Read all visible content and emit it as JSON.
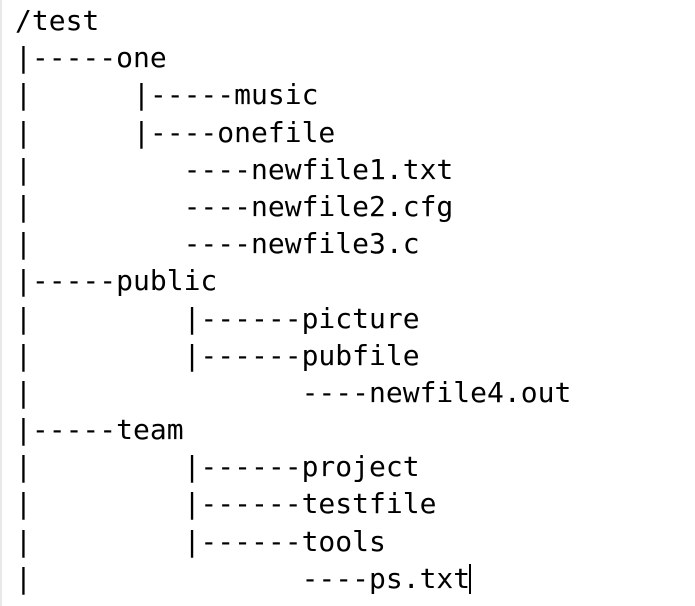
{
  "view": {
    "title": "Directory Tree Listing",
    "root_path": "/test",
    "background_color": "#ffffff",
    "text_color": "#000000",
    "left_edge_color": "#e8e8e8",
    "caret_visible": true,
    "caret_line_index": 15,
    "total_lines": 16
  },
  "tree": {
    "lines": [
      "/test",
      "|-----one",
      "|      |-----music",
      "|      |----onefile",
      "|         ----newfile1.txt",
      "|         ----newfile2.cfg",
      "|         ----newfile3.c",
      "|-----public",
      "|         |------picture",
      "|         |------pubfile",
      "|                ----newfile4.out",
      "|-----team",
      "|         |------project",
      "|         |------testfile",
      "|         |------tools",
      "|                ----ps.txt"
    ],
    "entries": [
      {
        "name": "/test",
        "type": "directory",
        "depth": 0,
        "line_index": 0
      },
      {
        "name": "one",
        "type": "directory",
        "depth": 1,
        "line_index": 1
      },
      {
        "name": "music",
        "type": "directory",
        "depth": 2,
        "line_index": 2
      },
      {
        "name": "onefile",
        "type": "directory",
        "depth": 2,
        "line_index": 3
      },
      {
        "name": "newfile1.txt",
        "type": "file",
        "depth": 3,
        "line_index": 4
      },
      {
        "name": "newfile2.cfg",
        "type": "file",
        "depth": 3,
        "line_index": 5
      },
      {
        "name": "newfile3.c",
        "type": "file",
        "depth": 3,
        "line_index": 6
      },
      {
        "name": "public",
        "type": "directory",
        "depth": 1,
        "line_index": 7
      },
      {
        "name": "picture",
        "type": "directory",
        "depth": 2,
        "line_index": 8
      },
      {
        "name": "pubfile",
        "type": "directory",
        "depth": 2,
        "line_index": 9
      },
      {
        "name": "newfile4.out",
        "type": "file",
        "depth": 3,
        "line_index": 10
      },
      {
        "name": "team",
        "type": "directory",
        "depth": 1,
        "line_index": 11
      },
      {
        "name": "project",
        "type": "directory",
        "depth": 2,
        "line_index": 12
      },
      {
        "name": "testfile",
        "type": "directory",
        "depth": 2,
        "line_index": 13
      },
      {
        "name": "tools",
        "type": "directory",
        "depth": 2,
        "line_index": 14
      },
      {
        "name": "ps.txt",
        "type": "file",
        "depth": 3,
        "line_index": 15
      }
    ]
  }
}
